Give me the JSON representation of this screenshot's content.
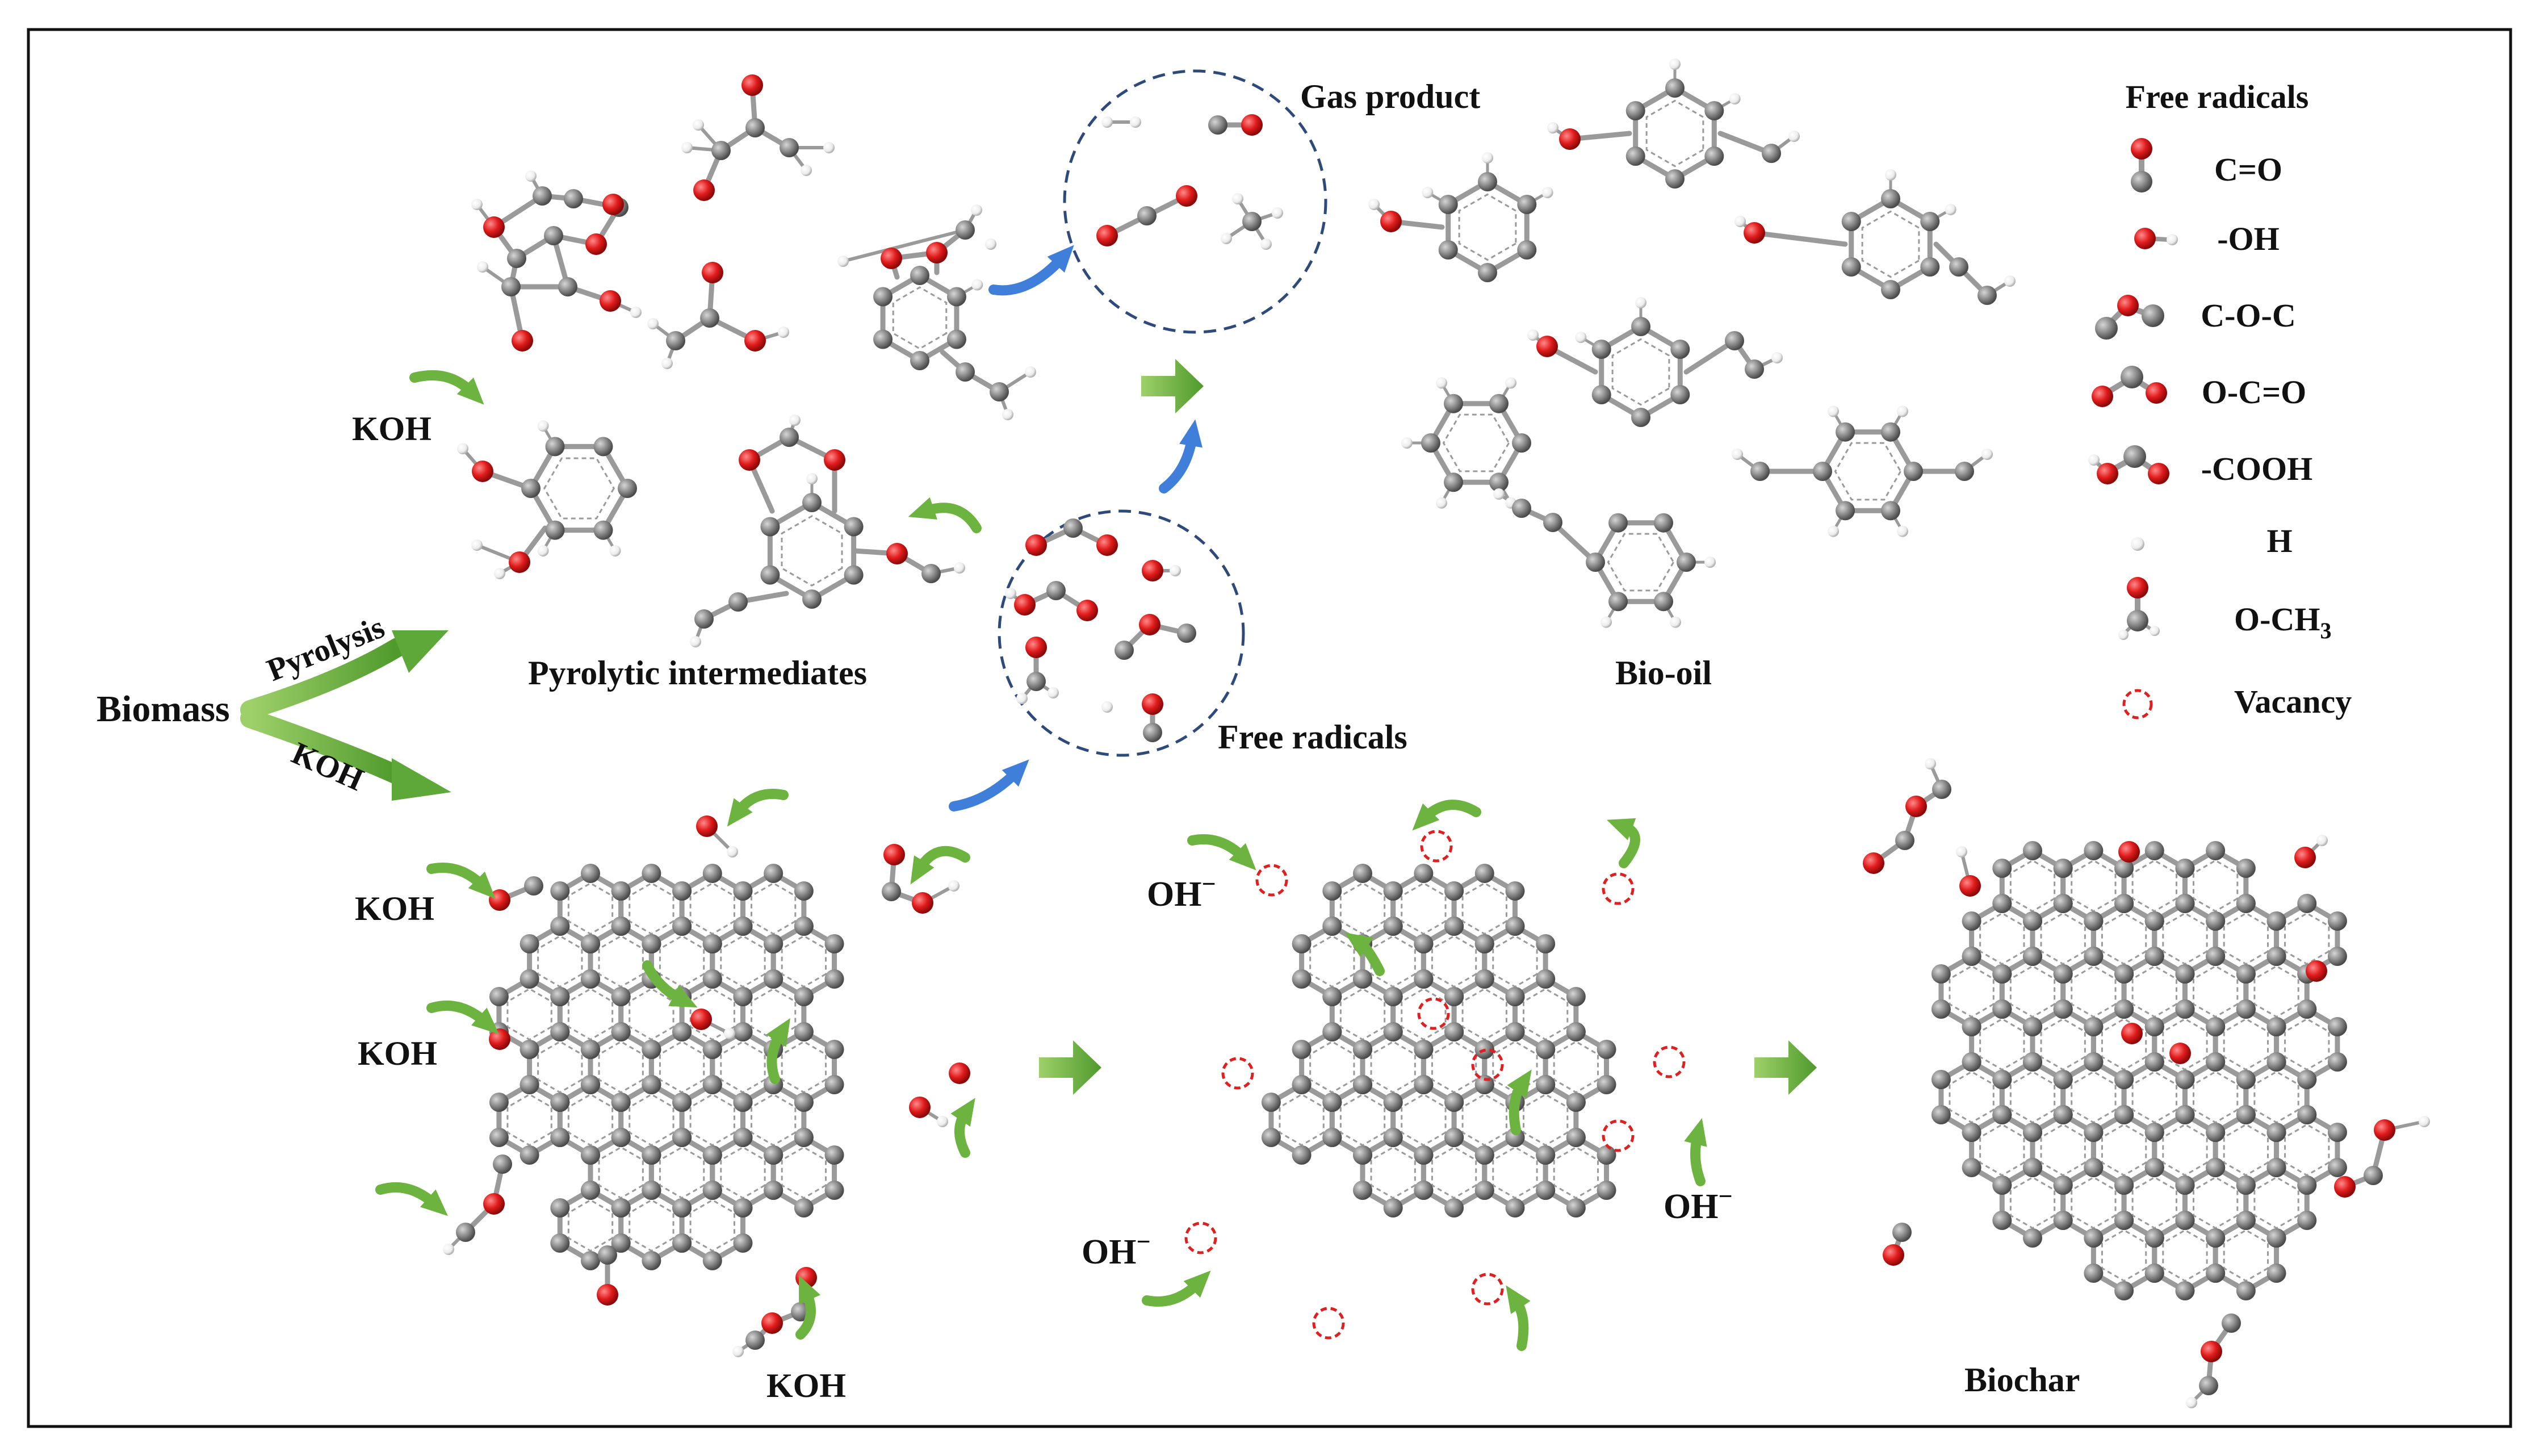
{
  "labels": {
    "biomass": "Biomass",
    "pyrolysis": "Pyrolysis",
    "koh_branch": "KOH",
    "pyrolytic_intermediates": "Pyrolytic intermediates",
    "gas_product": "Gas product",
    "free_radicals_cluster": "Free radicals",
    "bio_oil": "Bio-oil",
    "biochar": "Biochar",
    "koh_top": "KOH",
    "koh_left_1": "KOH",
    "koh_left_2": "KOH",
    "koh_bottom": "KOH",
    "oh_minus_top": "OH",
    "oh_minus_right": "OH",
    "oh_minus_bottom": "OH",
    "minus_sign": "−"
  },
  "legend": {
    "title": "Free radicals",
    "items": [
      {
        "label": "C=O",
        "icon": "carbonyl-icon"
      },
      {
        "label": "-OH",
        "icon": "hydroxyl-icon"
      },
      {
        "label": "C-O-C",
        "icon": "ether-icon"
      },
      {
        "label": "O-C=O",
        "icon": "carboxylate-icon"
      },
      {
        "label": "-COOH",
        "icon": "carboxyl-icon"
      },
      {
        "label": "H",
        "icon": "hydrogen-icon"
      },
      {
        "label": "O-CH",
        "subscript": "3",
        "icon": "methoxy-icon"
      },
      {
        "label": "Vacancy",
        "icon": "vacancy-icon"
      }
    ]
  },
  "colors": {
    "oxygen": "#e01b1b",
    "carbon": "#8a8a8a",
    "hydrogen": "#eeeeee",
    "bond": "#9a9a9a",
    "green_arrow": "#6db33f",
    "blue_arrow": "#3f7fd9",
    "dashed_circle": "#2e4a7a",
    "vacancy": "#e02020",
    "frame": "#111111"
  }
}
